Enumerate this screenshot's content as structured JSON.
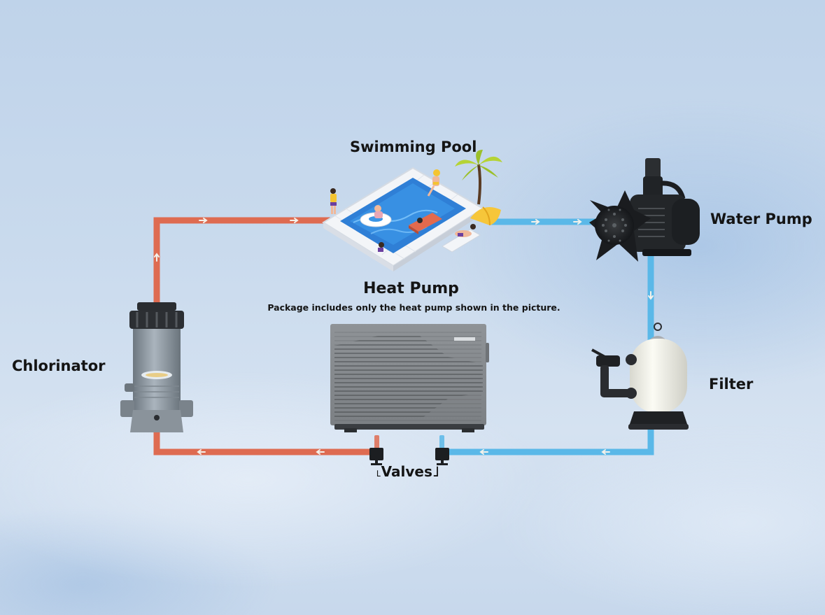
{
  "diagram": {
    "title": "Pool heat pump plumbing loop",
    "components": {
      "pool": {
        "label": "Swimming Pool",
        "icon": "swimming-pool-illustration"
      },
      "water_pump": {
        "label": "Water Pump",
        "icon": "water-pump-icon"
      },
      "filter": {
        "label": "Filter",
        "icon": "sand-filter-icon"
      },
      "heat_pump": {
        "label": "Heat Pump",
        "note": "Package includes only the heat pump shown in the picture.",
        "icon": "heat-pump-unit-icon"
      },
      "valves": {
        "label": "˪Valves˩",
        "icon": "valve-icon"
      },
      "chlorinator": {
        "label": "Chlorinator",
        "icon": "chlorinator-icon"
      }
    },
    "flow": [
      {
        "from": "Swimming Pool",
        "to": "Water Pump",
        "water": "cold"
      },
      {
        "from": "Water Pump",
        "to": "Filter",
        "water": "cold"
      },
      {
        "from": "Filter",
        "to": "Valves",
        "water": "cold"
      },
      {
        "from": "Valves",
        "to": "Heat Pump",
        "water": "cold"
      },
      {
        "from": "Heat Pump",
        "to": "Chlorinator",
        "water": "hot"
      },
      {
        "from": "Chlorinator",
        "to": "Swimming Pool",
        "water": "hot"
      }
    ],
    "colors": {
      "hot_pipe": "#de6b51",
      "cold_pipe": "#5ab8e8",
      "label_text": "#141414",
      "arrow": "#f4f1ea"
    }
  }
}
